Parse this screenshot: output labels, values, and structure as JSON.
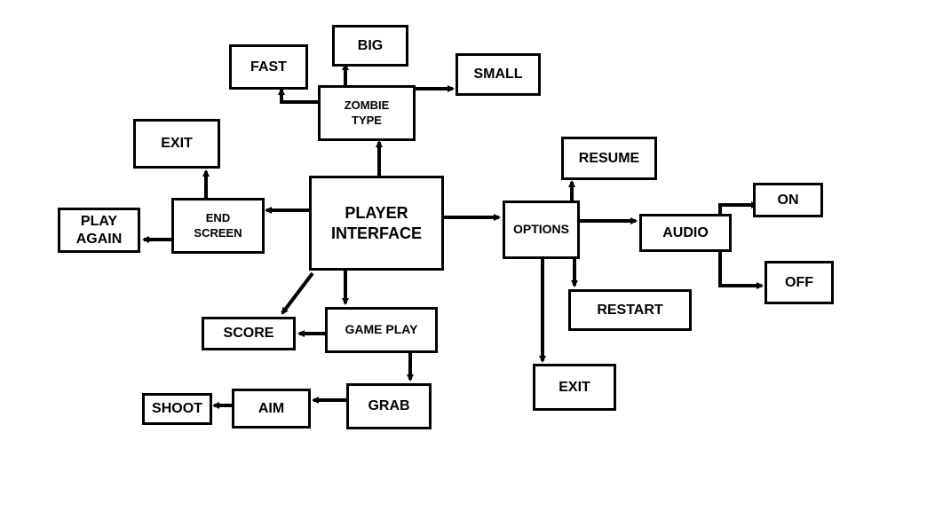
{
  "nodes": {
    "player_interface": "PLAYER\nINTERFACE",
    "zombie_type": "ZOMBIE\nTYPE",
    "big": "BIG",
    "fast": "FAST",
    "small": "SMALL",
    "end_screen": "END\nSCREEN",
    "exit_top": "EXIT",
    "play_again": "PLAY\nAGAIN",
    "score": "SCORE",
    "game_play": "GAME PLAY",
    "grab": "GRAB",
    "aim": "AIM",
    "shoot": "SHOOT",
    "options": "OPTIONS",
    "resume": "RESUME",
    "restart": "RESTART",
    "exit_bottom": "EXIT",
    "audio": "AUDIO",
    "on": "ON",
    "off": "OFF"
  },
  "colors": {
    "stroke": "#000000",
    "background": "#ffffff"
  }
}
